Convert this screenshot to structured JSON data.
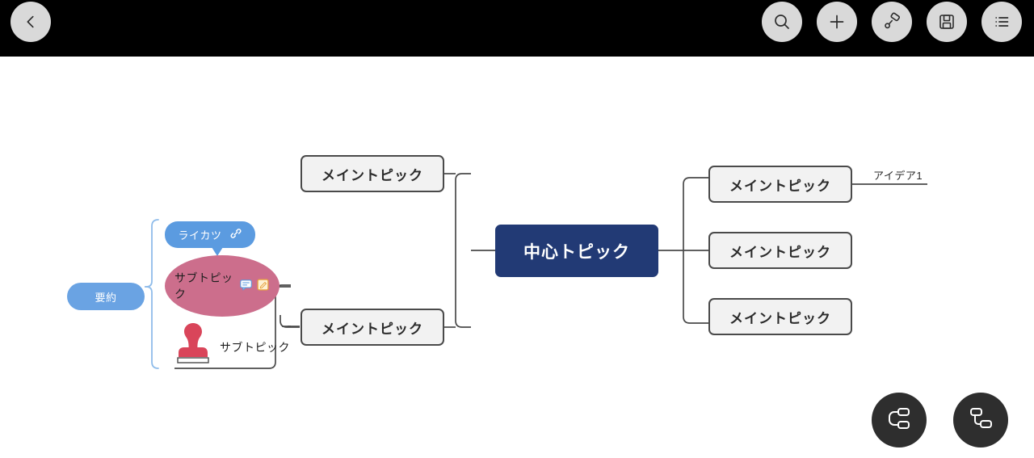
{
  "toolbar": {
    "back_icon": "chevron-left-icon",
    "actions": [
      {
        "name": "search-icon",
        "label": "Search"
      },
      {
        "name": "add-icon",
        "label": "Add"
      },
      {
        "name": "paint-roller-icon",
        "label": "Style"
      },
      {
        "name": "save-icon",
        "label": "Save"
      },
      {
        "name": "menu-icon",
        "label": "Menu"
      }
    ]
  },
  "mindmap": {
    "central": {
      "text": "中心トピック",
      "color": "#223A75",
      "text_color": "#FFFFFF"
    },
    "left_main_topics": [
      {
        "text": "メイントピック"
      },
      {
        "text": "メイントピック"
      }
    ],
    "right_main_topics": [
      {
        "text": "メイントピック"
      },
      {
        "text": "メイントピック"
      },
      {
        "text": "メイントピック"
      }
    ],
    "branch_label": {
      "text": "アイデア1"
    },
    "summary": {
      "text": "要約",
      "color": "#6AA3E3"
    },
    "callout": {
      "text": "ライカツ",
      "color": "#5B9BE0",
      "icon": "link-icon"
    },
    "sub_ellipse": {
      "text": "サブトピック",
      "color": "#CC6E8C",
      "icons": [
        {
          "name": "comment-icon",
          "color": "#5B9BE0"
        },
        {
          "name": "note-edit-icon",
          "color": "#E8A33D"
        }
      ]
    },
    "sub_stamp": {
      "text": "サブトピック",
      "icon": "stamp-icon",
      "icon_color": "#D9455A"
    },
    "connector_color": "#4a4a4a",
    "bracket_color": "#8FBCEA"
  },
  "layout_buttons": [
    {
      "name": "layout-balanced-button",
      "icon": "layout-balanced-icon"
    },
    {
      "name": "layout-tree-button",
      "icon": "layout-tree-icon"
    }
  ]
}
